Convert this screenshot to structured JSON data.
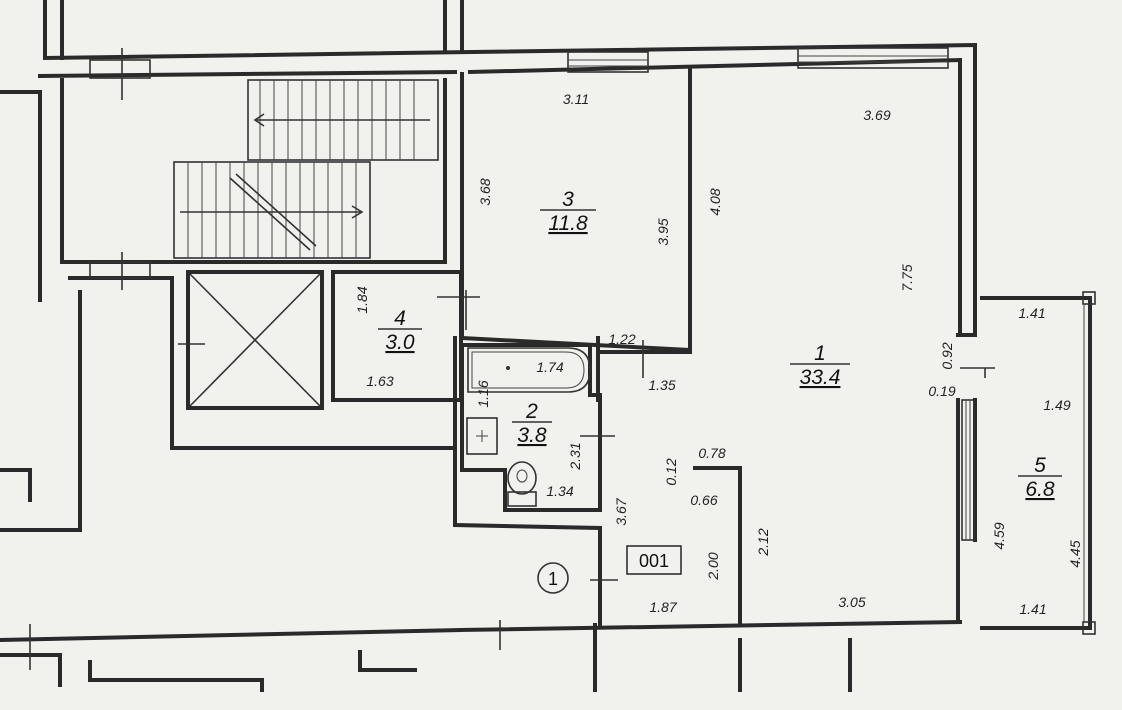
{
  "rooms": [
    {
      "number": "1",
      "area": "33.4"
    },
    {
      "number": "2",
      "area": "3.8"
    },
    {
      "number": "3",
      "area": "11.8"
    },
    {
      "number": "4",
      "area": "3.0"
    },
    {
      "number": "5",
      "area": "6.8"
    }
  ],
  "dimensions": {
    "r3_top": "3.11",
    "r3_left": "3.68",
    "r3_right": "3.95",
    "r1_top": "3.69",
    "r1_left": "4.08",
    "r1_right": "7.75",
    "r1_bottom": "3.05",
    "r4_left": "1.84",
    "r4_bottom": "1.63",
    "bath_len": "1.74",
    "bath_w": "1.16",
    "r2_right": "2.31",
    "wc_bottom": "1.34",
    "corr_top": "1.22",
    "corr_right": "1.35",
    "hall_left": "3.67",
    "hall_bottom": "1.87",
    "hall_mid": "2.00",
    "closet_top": "0.78",
    "closet_gap": "0.12",
    "closet_w": "0.66",
    "closet_h": "2.12",
    "pier_a": "0.92",
    "pier_b": "0.19",
    "bal_top": "1.41",
    "bal_mid": "1.49",
    "bal_left": "4.59",
    "bal_right": "4.45",
    "bal_bottom": "1.41"
  },
  "apartment_label": "001",
  "entrance_marker": "1"
}
